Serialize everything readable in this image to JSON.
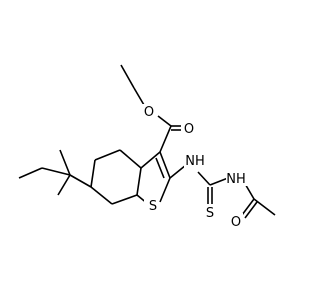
{
  "molecule": {
    "atoms": {
      "ester_o": "O",
      "carbonyl_o": "O",
      "amine_nh": "NH",
      "thiourea_nh": "NH",
      "ring_s": "S",
      "thio_s": "S",
      "amide_o": "O"
    }
  },
  "colors": {
    "bond": "#000000",
    "label": "#000000",
    "background": "#ffffff"
  }
}
